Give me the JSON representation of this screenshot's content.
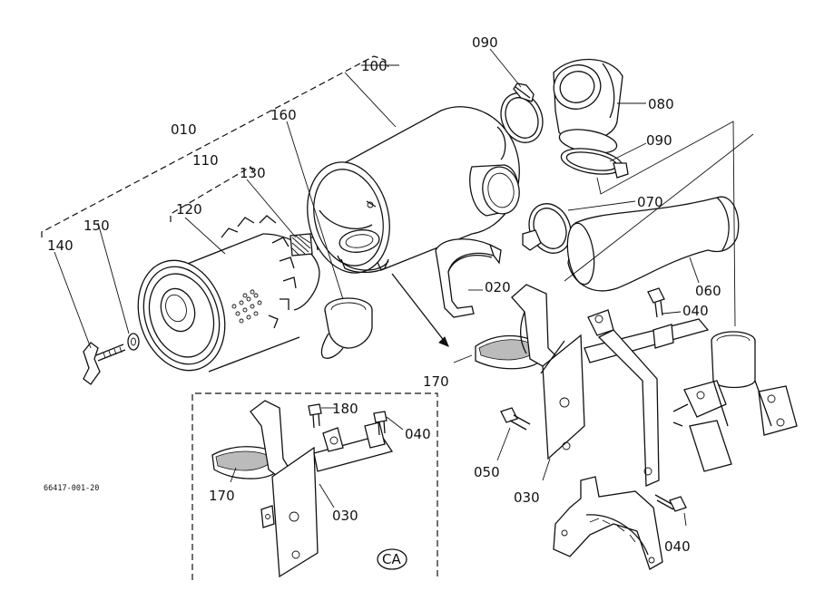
{
  "diagram": {
    "drawing_code": "66417-001-20",
    "inset_label": "CA",
    "part_numbers": {
      "p010": "010",
      "p020": "020",
      "p030a": "030",
      "p030b": "030",
      "p040a": "040",
      "p040b": "040",
      "p040c": "040",
      "p050": "050",
      "p060": "060",
      "p070": "070",
      "p080": "080",
      "p090a": "090",
      "p090b": "090",
      "p100": "100",
      "p110": "110",
      "p120": "120",
      "p130": "130",
      "p140": "140",
      "p150": "150",
      "p160": "160",
      "p170a": "170",
      "p170b": "170",
      "p180": "180"
    }
  }
}
